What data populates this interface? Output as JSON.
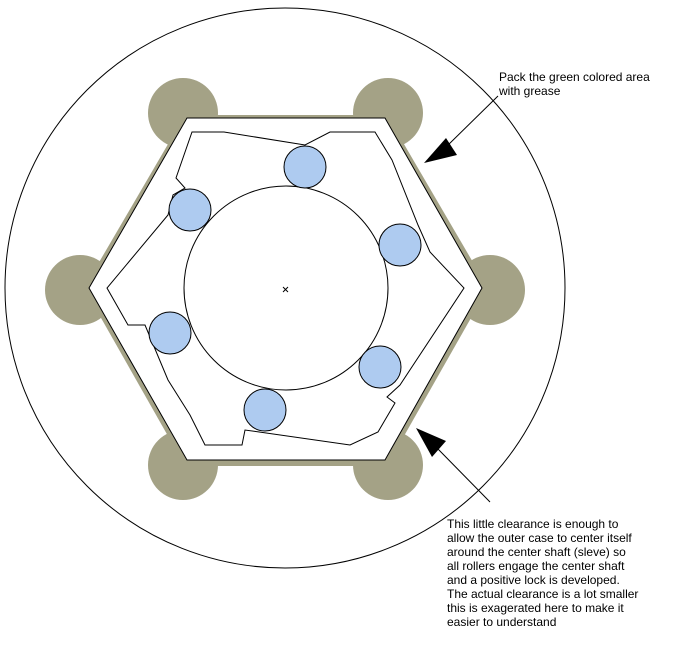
{
  "annotations": {
    "grease_note": "Pack the green colored area\nwith grease",
    "clearance_note": "This little clearance is enough to\nallow the outer case to center itself\naround the center shaft (sleve) so\nall rollers engage the center shaft\nand a positive lock is developed.\nThe actual clearance is a lot smaller\nthis is exagerated here to make it\neasier to understand"
  },
  "colors": {
    "grease": "#a4a286",
    "roller": "#aecbf0",
    "line": "#000000",
    "background": "#ffffff"
  },
  "counts": {
    "rollers": 6,
    "grease_lobes": 6
  }
}
